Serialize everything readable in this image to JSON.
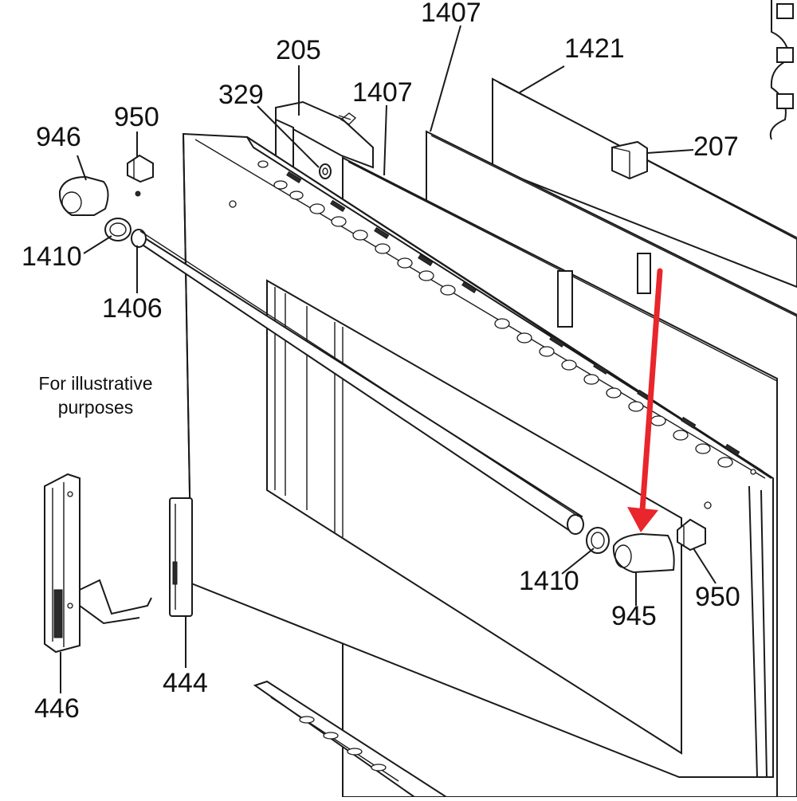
{
  "diagram": {
    "labels": {
      "l1407_top": "1407",
      "l1421": "1421",
      "l205": "205",
      "l329": "329",
      "l1407_mid": "1407",
      "l207": "207",
      "l950_left": "950",
      "l946": "946",
      "l1410_left": "1410",
      "l1406": "1406",
      "l1410_right": "1410",
      "l945": "945",
      "l950_right": "950",
      "l444": "444",
      "l446": "446"
    },
    "note": {
      "line1": "For illustrative",
      "line2": "purposes"
    },
    "arrow_color": "#e8262b",
    "line_color": "#1a1a1a"
  }
}
